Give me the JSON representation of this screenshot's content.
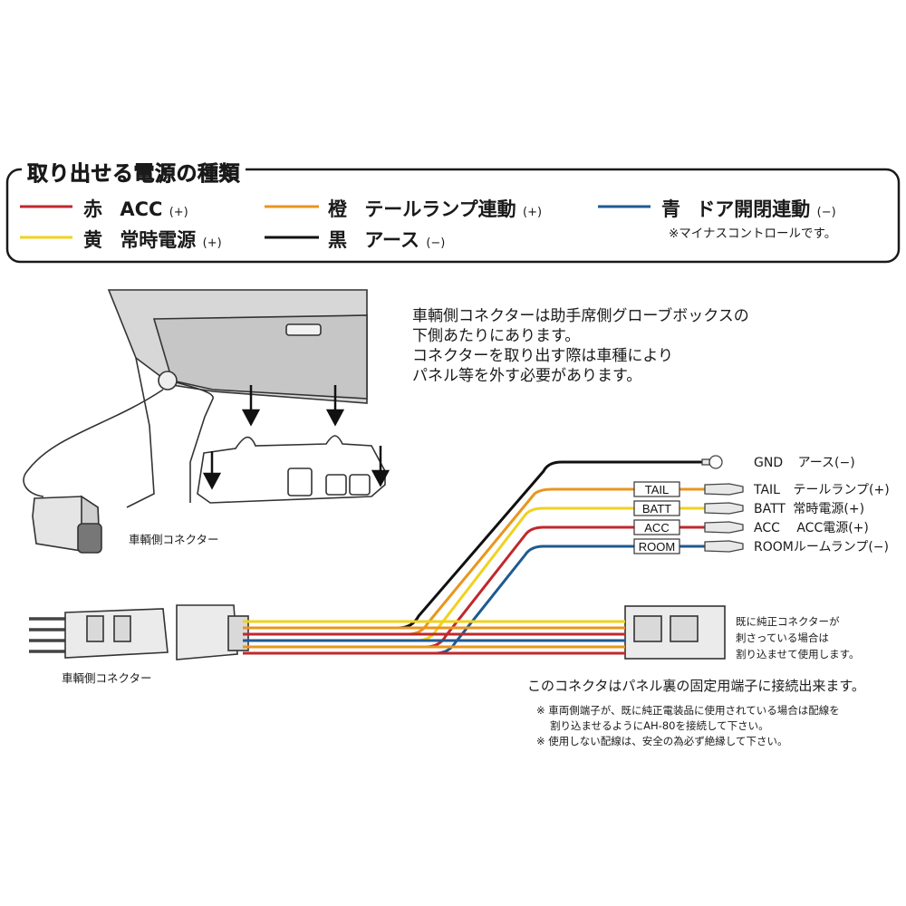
{
  "legend": {
    "title": "取り出せる電源の種類",
    "items": [
      {
        "color_name": "赤",
        "label": "ACC",
        "sign": "(+)",
        "color": "#c0282d"
      },
      {
        "color_name": "黄",
        "label": "常時電源",
        "sign": "(+)",
        "color": "#f0d21e"
      },
      {
        "color_name": "橙",
        "label": "テールランプ連動",
        "sign": "(+)",
        "color": "#e8961e"
      },
      {
        "color_name": "黒",
        "label": "アース",
        "sign": "(−)",
        "color": "#111111"
      },
      {
        "color_name": "青",
        "label": "ドア開閉連動",
        "sign": "(−)",
        "color": "#1f5a92"
      }
    ],
    "minus_note": "※マイナスコントロールです。"
  },
  "location_note": [
    "車輌側コネクターは助手席側グローブボックスの",
    "下側あたりにあります。",
    "コネクターを取り出す際は車種により",
    "パネル等を外す必要があります。"
  ],
  "vehicle_connector_label_top": "車輌側コネクター",
  "vehicle_connector_label_bottom": "車輌側コネクター",
  "wire_tags": [
    "TAIL",
    "BATT",
    "ACC",
    "ROOM"
  ],
  "terminals": [
    {
      "name": "GND",
      "desc": "アース(−)",
      "color": "#111111"
    },
    {
      "name": "TAIL",
      "desc": "テールランプ(+)",
      "color": "#e8961e"
    },
    {
      "name": "BATT",
      "desc": "常時電源(+)",
      "color": "#f0d21e"
    },
    {
      "name": "ACC",
      "desc": "ACC電源(+)",
      "color": "#c0282d"
    },
    {
      "name": "ROOM",
      "desc": "ルームランプ(−)",
      "color": "#1f5a92"
    }
  ],
  "existing_connector_note": [
    "既に純正コネクターが",
    "刺さっている場合は",
    "割り込ませて使用します。"
  ],
  "panel_note": "このコネクタはパネル裏の固定用端子に接続出来ます。",
  "cautions": [
    "※ 車両側端子が、既に純正電装品に使用されている場合は配線を",
    "割り込ませるようにAH-80を接続して下さい。",
    "※ 使用しない配線は、安全の為必ず絶縁して下さい。"
  ]
}
